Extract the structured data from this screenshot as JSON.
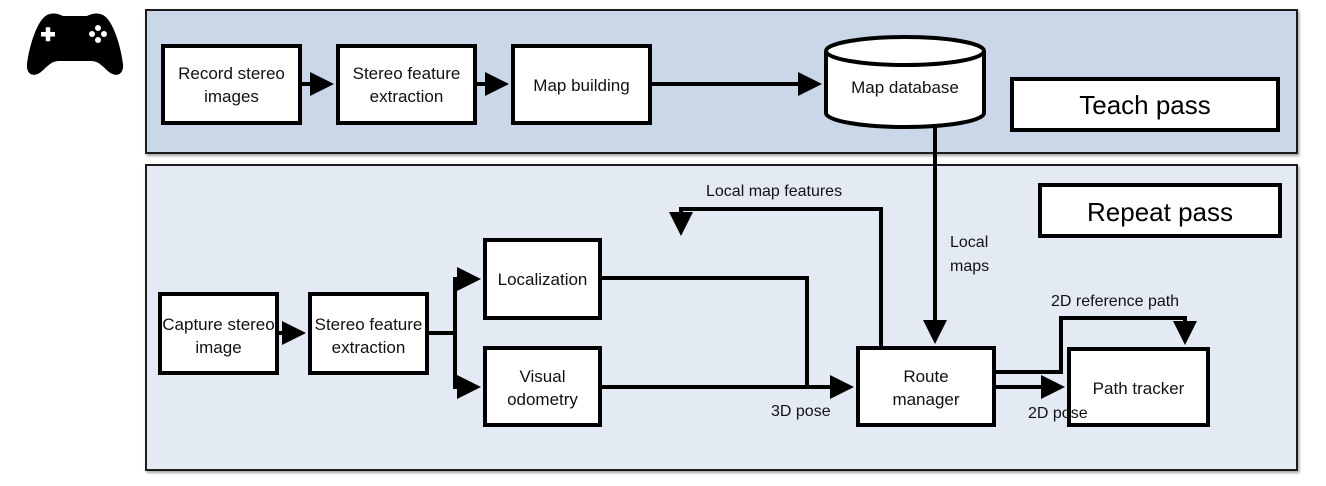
{
  "icon": {
    "name": "gamepad-icon",
    "color": "#000000"
  },
  "colors": {
    "teach_panel_fill": "#c9d7e8",
    "repeat_panel_fill": "#e3eaf4",
    "box_fill": "#ffffff",
    "stroke": "#000000"
  },
  "teach": {
    "title": "Teach pass",
    "nodes": {
      "record": [
        "Record stereo",
        "images"
      ],
      "stereo": [
        "Stereo feature",
        "extraction"
      ],
      "map_building": [
        "Map building"
      ],
      "map_database": [
        "Map database"
      ]
    }
  },
  "repeat": {
    "title": "Repeat pass",
    "nodes": {
      "capture": [
        "Capture stereo",
        "image"
      ],
      "stereo": [
        "Stereo feature",
        "extraction"
      ],
      "localization": [
        "Localization"
      ],
      "visual_odometry": [
        "Visual",
        "odometry"
      ],
      "route_manager": [
        "Route",
        "manager"
      ],
      "path_tracker": [
        "Path tracker"
      ]
    },
    "edge_labels": {
      "local_map_features": "Local map features",
      "local_maps": [
        "Local",
        "maps"
      ],
      "pose_3d": "3D pose",
      "reference_path_2d": "2D reference path",
      "pose_2d": "2D pose"
    }
  }
}
